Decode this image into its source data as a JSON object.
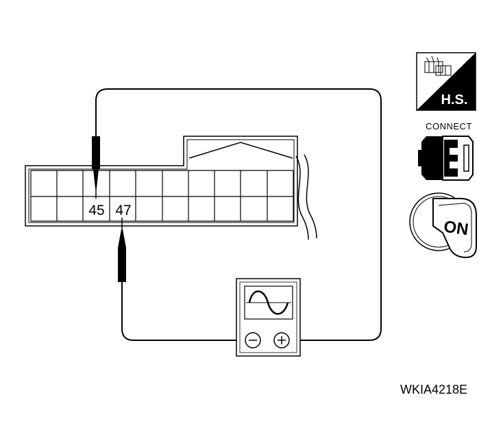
{
  "connector": {
    "pins": [
      "45",
      "47"
    ]
  },
  "icons": {
    "harness_side": "H.S.",
    "connect": "CONNECT",
    "ignition": "ON"
  },
  "reference_code": "WKIA4218E"
}
